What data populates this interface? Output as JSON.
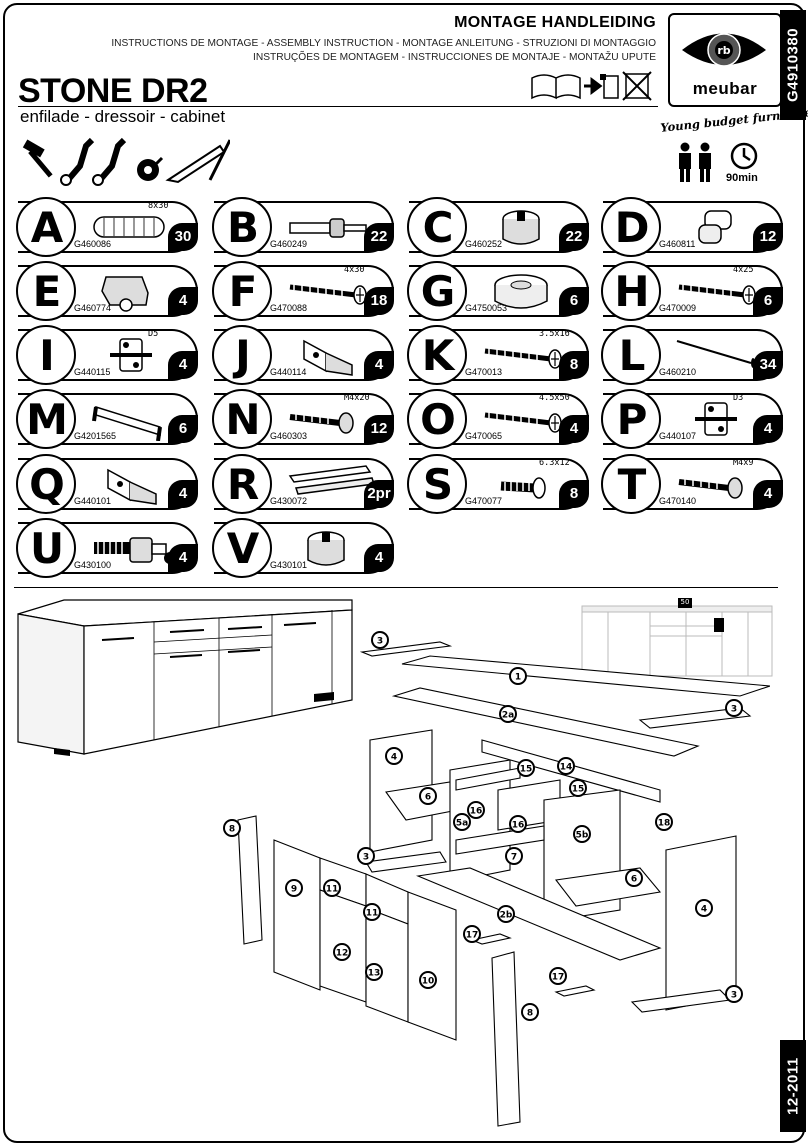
{
  "header": {
    "title": "MONTAGE HANDLEIDING",
    "subtitle_line1": "INSTRUCTIONS DE MONTAGE - ASSEMBLY INSTRUCTION - MONTAGE ANLEITUNG - STRUZIONI DI MONTAGGIO",
    "subtitle_line2": "INSTRUÇÕES DE MONTAGEM - INSTRUCCIONES DE MONTAJE - MONTAŽU UPUTE",
    "product_name": "STONE DR2",
    "product_subtitle": "enfilade - dressoir - cabinet"
  },
  "brand": {
    "name": "meubar",
    "tagline": "Young budget furniture",
    "logo_mark": "rb"
  },
  "side": {
    "doc_code": "G4910380",
    "date": "12-2011"
  },
  "assembly": {
    "persons_icon": "two-persons-icon",
    "time_icon": "clock-icon",
    "time": "90min"
  },
  "parts": [
    {
      "letter": "A",
      "code": "G460086",
      "qty": "30",
      "size": "8x30",
      "icon": "wooden-dowel"
    },
    {
      "letter": "B",
      "code": "G460249",
      "qty": "22",
      "size": "",
      "icon": "cam-bolt"
    },
    {
      "letter": "C",
      "code": "G460252",
      "qty": "22",
      "size": "",
      "icon": "cam-lock"
    },
    {
      "letter": "D",
      "code": "G460811",
      "qty": "12",
      "size": "",
      "icon": "shelf-pin"
    },
    {
      "letter": "E",
      "code": "G460774",
      "qty": "4",
      "size": "",
      "icon": "connector-block"
    },
    {
      "letter": "F",
      "code": "G470088",
      "qty": "18",
      "size": "4x30",
      "icon": "screw"
    },
    {
      "letter": "G",
      "code": "G4750053",
      "qty": "6",
      "size": "",
      "icon": "foot-glide"
    },
    {
      "letter": "H",
      "code": "G470009",
      "qty": "6",
      "size": "4x25",
      "icon": "screw"
    },
    {
      "letter": "I",
      "code": "G440115",
      "qty": "4",
      "size": "D5",
      "icon": "hinge-plate"
    },
    {
      "letter": "J",
      "code": "G440114",
      "qty": "4",
      "size": "",
      "icon": "hinge"
    },
    {
      "letter": "K",
      "code": "G470013",
      "qty": "8",
      "size": "3.5x16",
      "icon": "screw"
    },
    {
      "letter": "L",
      "code": "G460210",
      "qty": "34",
      "size": "",
      "icon": "nail"
    },
    {
      "letter": "M",
      "code": "G4201565",
      "qty": "6",
      "size": "",
      "icon": "handle"
    },
    {
      "letter": "N",
      "code": "G460303",
      "qty": "12",
      "size": "M4x20",
      "icon": "bolt"
    },
    {
      "letter": "O",
      "code": "G470065",
      "qty": "4",
      "size": "4.5x50",
      "icon": "screw"
    },
    {
      "letter": "P",
      "code": "G440107",
      "qty": "4",
      "size": "D3",
      "icon": "hinge-plate"
    },
    {
      "letter": "Q",
      "code": "G440101",
      "qty": "4",
      "size": "",
      "icon": "hinge"
    },
    {
      "letter": "R",
      "code": "G430072",
      "qty": "2pr",
      "size": "",
      "icon": "drawer-slide"
    },
    {
      "letter": "S",
      "code": "G470077",
      "qty": "8",
      "size": "6.3x12",
      "icon": "euro-screw"
    },
    {
      "letter": "T",
      "code": "G470140",
      "qty": "4",
      "size": "M4x9",
      "icon": "bolt"
    },
    {
      "letter": "U",
      "code": "G430100",
      "qty": "4",
      "size": "",
      "icon": "adjustable-foot"
    },
    {
      "letter": "V",
      "code": "G430101",
      "qty": "4",
      "size": "",
      "icon": "cam-lock"
    }
  ],
  "panels": [
    {
      "label": "1"
    },
    {
      "label": "2a"
    },
    {
      "label": "2b"
    },
    {
      "label": "3"
    },
    {
      "label": "3"
    },
    {
      "label": "3"
    },
    {
      "label": "3"
    },
    {
      "label": "4"
    },
    {
      "label": "4"
    },
    {
      "label": "5a"
    },
    {
      "label": "5b"
    },
    {
      "label": "6"
    },
    {
      "label": "6"
    },
    {
      "label": "7"
    },
    {
      "label": "8"
    },
    {
      "label": "8"
    },
    {
      "label": "9"
    },
    {
      "label": "10"
    },
    {
      "label": "11"
    },
    {
      "label": "11"
    },
    {
      "label": "12"
    },
    {
      "label": "13"
    },
    {
      "label": "14"
    },
    {
      "label": "15"
    },
    {
      "label": "15"
    },
    {
      "label": "16"
    },
    {
      "label": "16"
    },
    {
      "label": "17"
    },
    {
      "label": "17"
    },
    {
      "label": "18"
    }
  ],
  "weight_tag": "50"
}
